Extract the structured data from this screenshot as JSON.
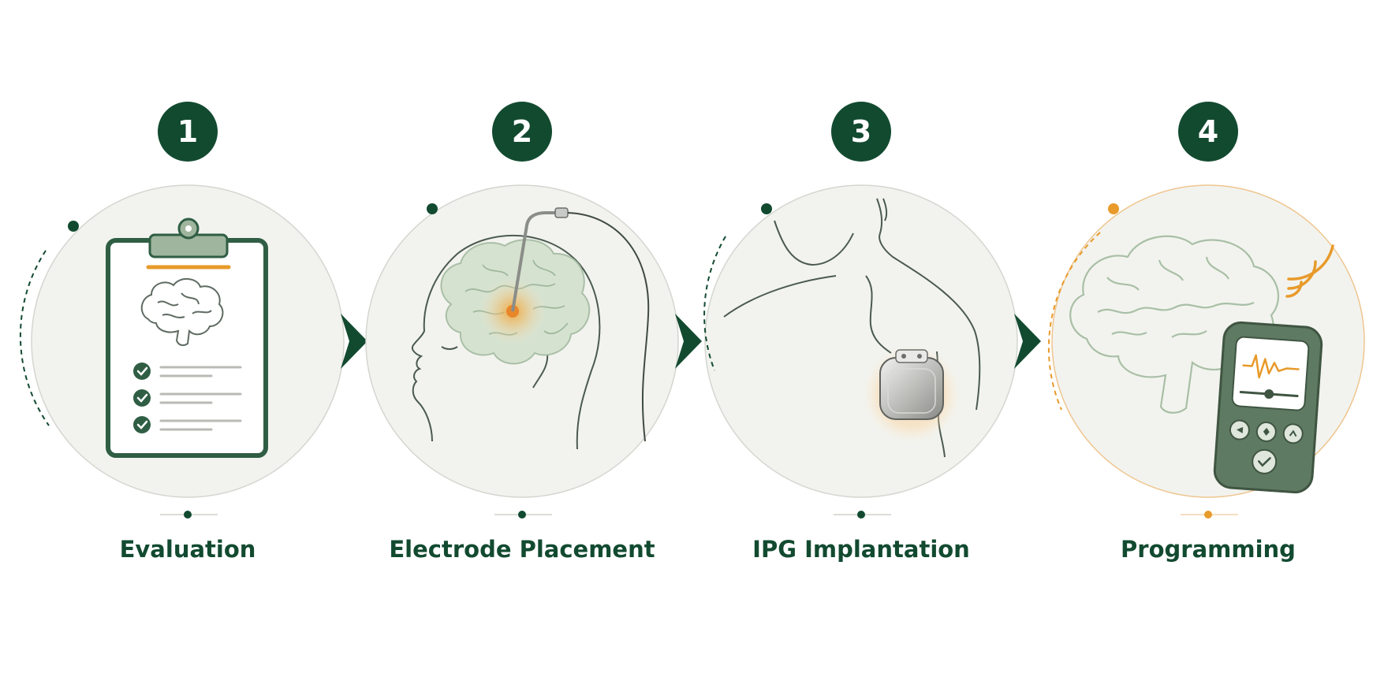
{
  "steps": [
    {
      "number": "1",
      "label": "Evaluation",
      "icon": "clipboard-brain-icon"
    },
    {
      "number": "2",
      "label": "Electrode Placement",
      "icon": "head-electrode-icon"
    },
    {
      "number": "3",
      "label": "IPG Implantation",
      "icon": "chest-implant-icon"
    },
    {
      "number": "4",
      "label": "Programming",
      "icon": "brain-programmer-icon"
    }
  ],
  "colors": {
    "primary": "#124a30",
    "accent": "#e89a2a",
    "brain": "#bdd3b8",
    "circle_fill": "#f2f3ee",
    "device": "#5f7a62"
  }
}
